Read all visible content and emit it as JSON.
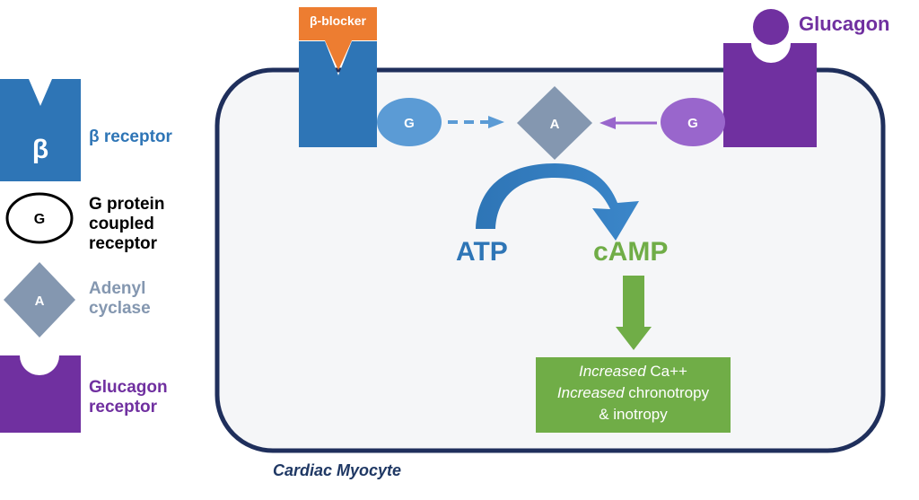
{
  "legend": {
    "beta_symbol": "β",
    "beta_receptor": "β receptor",
    "g_symbol": "G",
    "g_protein_line1": "G protein",
    "g_protein_line2": "coupled",
    "g_protein_line3": "receptor",
    "adenyl_symbol": "A",
    "adenyl_line1": "Adenyl",
    "adenyl_line2": "cyclase",
    "glucagon_receptor_line1": "Glucagon",
    "glucagon_receptor_line2": "receptor"
  },
  "cell": {
    "caption": "Cardiac Myocyte",
    "beta_blocker": "β-blocker",
    "glucagon": "Glucagon",
    "g_left": "G",
    "g_right": "G",
    "adenyl": "A",
    "atp": "ATP",
    "camp": "cAMP",
    "effect_line1_italic": "Increased",
    "effect_line1_rest": " Ca++",
    "effect_line2_italic": "Increased",
    "effect_line2_rest": " chronotropy",
    "effect_line3": "& inotropy"
  },
  "colors": {
    "beta_blue": "#2E75B6",
    "g_blue": "#5B9BD5",
    "g_purple": "#9966CC",
    "glucagon_purple": "#7030A0",
    "adenyl_grey": "#8497B0",
    "blocker_orange": "#ED7D31",
    "camp_green": "#70AD47",
    "cell_border": "#1F2F5C",
    "cell_fill": "#F5F6F8"
  }
}
